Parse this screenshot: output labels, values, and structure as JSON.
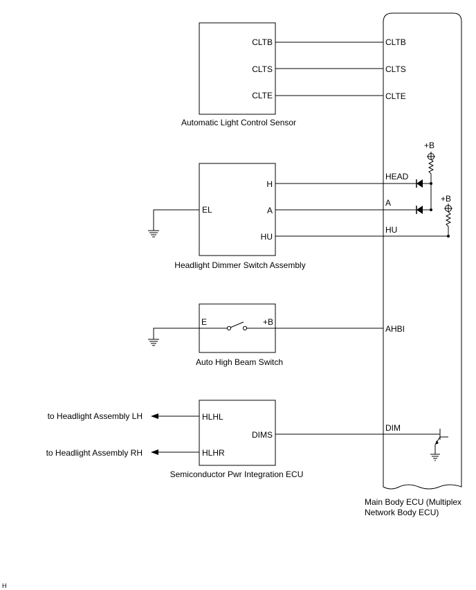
{
  "ecu": {
    "name_line1": "Main Body ECU (Multiplex",
    "name_line2": "Network Body ECU)",
    "pins": {
      "cltb": "CLTB",
      "clts": "CLTS",
      "clte": "CLTE",
      "head": "HEAD",
      "a": "A",
      "hu": "HU",
      "ahbi": "AHBI",
      "dim": "DIM"
    },
    "supply_label": "+B"
  },
  "light_sensor": {
    "name": "Automatic Light Control Sensor",
    "pins": {
      "cltb": "CLTB",
      "clts": "CLTS",
      "clte": "CLTE"
    }
  },
  "dimmer_switch": {
    "name": "Headlight Dimmer Switch Assembly",
    "pins": {
      "h": "H",
      "a": "A",
      "hu": "HU",
      "el": "EL"
    }
  },
  "auto_high_beam_switch": {
    "name": "Auto High Beam Switch",
    "pins": {
      "e": "E",
      "b": "+B"
    }
  },
  "semiconductor_ecu": {
    "name": "Semiconductor Pwr Integration ECU",
    "pins": {
      "hlhl": "HLHL",
      "hlhr": "HLHR",
      "dims": "DIMS"
    }
  },
  "outputs": {
    "lh": "to Headlight Assembly LH",
    "rh": "to Headlight Assembly RH"
  },
  "footer_code": "H"
}
